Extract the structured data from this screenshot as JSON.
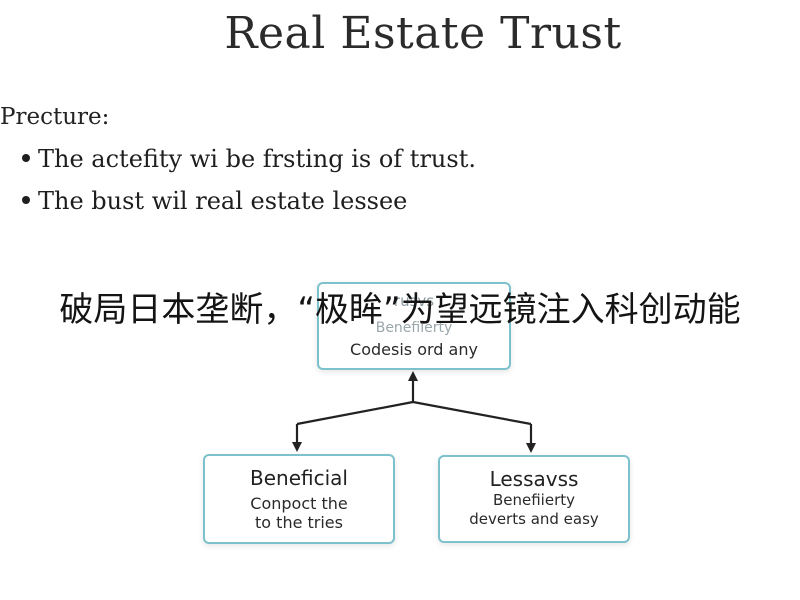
{
  "title": "Real Estate Trust",
  "section_label": "Precture:",
  "bullets": [
    "The actefity wi be frsting is of trust.",
    "The bust wil real estate lessee"
  ],
  "overlay_caption": "破局日本垄断，“极眸”为望远镜注入科创动能",
  "diagram": {
    "top_node": {
      "line1": "rusvs",
      "line2": "Benefiierty",
      "line3": "Codesis ord any"
    },
    "left_node": {
      "heading": "Beneficial",
      "line1": "Conpoct the",
      "line2": "to the tries"
    },
    "right_node": {
      "heading": "Lessavss",
      "line1": "Benefiierty",
      "line2": "deverts and easy"
    }
  },
  "colors": {
    "box_border": "#7cc1cc",
    "connector": "#222222",
    "text": "#222222"
  }
}
